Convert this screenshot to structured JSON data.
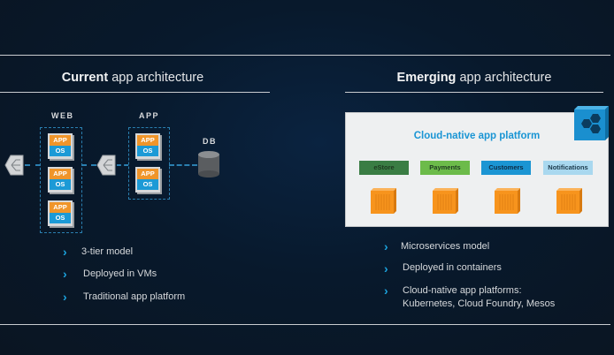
{
  "current": {
    "header_bold": "Current",
    "header_rest": " app architecture",
    "tiers": {
      "web_label": "WEB",
      "app_label": "APP",
      "db_label": "DB"
    },
    "vm": {
      "app_text": "APP",
      "os_text": "OS"
    },
    "bullets": [
      "3-tier model",
      "Deployed in VMs",
      "Traditional app platform"
    ]
  },
  "emerging": {
    "header_bold": "Emerging",
    "header_rest": " app architecture",
    "panel_title": "Cloud-native app platform",
    "services": [
      {
        "label": "eStore",
        "bg": "#3a7d44",
        "fg": "#1e3a20"
      },
      {
        "label": "Payments",
        "bg": "#6cbb4a",
        "fg": "#1e3a20"
      },
      {
        "label": "Customers",
        "bg": "#1b95d3",
        "fg": "#0d2c44"
      },
      {
        "label": "Notifications",
        "bg": "#a9d8ef",
        "fg": "#1c3a4c"
      }
    ],
    "bullets": [
      "Microservices model",
      "Deployed in containers",
      "Cloud-native app platforms:",
      "Kubernetes, Cloud Foundry, Mesos"
    ]
  },
  "colors": {
    "accent": "#1ba2dc",
    "app_orange": "#f0952a",
    "os_blue": "#1c9ad6",
    "container_orange": "#f7941d"
  }
}
